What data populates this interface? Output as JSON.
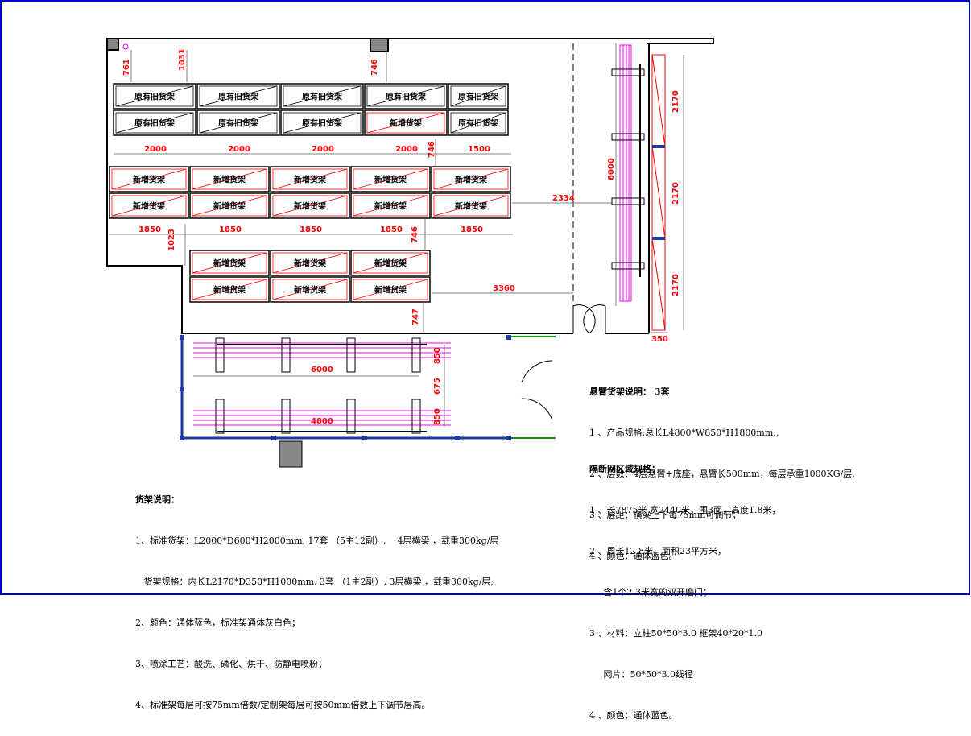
{
  "colors": {
    "wall": "#000000",
    "dimension": "#ff0000",
    "rack_cross": "#ff0000",
    "dim_line": "#808080",
    "arm_rack_pink": "#ff00ff",
    "arm_rack_blue": "#00c8ff",
    "fence_blue": "#1e3a9e",
    "door_green": "#00a000",
    "border_blue": "#0000c8"
  },
  "labels": {
    "old_rack": "原有旧货架",
    "new_rack": "新增货架"
  },
  "rack_rows": [
    {
      "labels": [
        "原有旧货架",
        "原有旧货架",
        "原有旧货架",
        "原有旧货架",
        "原有旧货架"
      ]
    },
    {
      "labels": [
        "原有旧货架",
        "原有旧货架",
        "原有旧货架",
        "新增货架",
        "原有旧货架"
      ]
    },
    {
      "labels": [
        "新增货架",
        "新增货架",
        "新增货架",
        "新增货架",
        "新增货架"
      ]
    },
    {
      "labels": [
        "新增货架",
        "新增货架",
        "新增货架",
        "新增货架",
        "新增货架"
      ]
    },
    {
      "labels": [
        "新增货架",
        "新增货架",
        "新增货架"
      ]
    },
    {
      "labels": [
        "新增货架",
        "新增货架",
        "新增货架"
      ]
    }
  ],
  "dims": {
    "d761": "761",
    "d1031": "1031",
    "d746_top": "746",
    "widths_row1": [
      "2000",
      "2000",
      "2000",
      "2000",
      "1500"
    ],
    "d746_mid": "746",
    "widths_row2": [
      "1850",
      "1850",
      "1850",
      "1850",
      "1850"
    ],
    "d1023": "1023",
    "d746_low": "746",
    "d2334": "2334",
    "d3360": "3360",
    "d747": "747",
    "d6000_v": "6000",
    "d2170": [
      "2170",
      "2170",
      "2170"
    ],
    "d350": "350",
    "d6000_h": "6000",
    "d850_a": "850",
    "d675": "675",
    "d4800": "4800",
    "d850_b": "850"
  },
  "rack_notes": {
    "title": "货架说明：",
    "lines": [
      "1、标准货架：L2000*D600*H2000mm, 17套 （5主12副）,    4层横梁 ，载重300kg/层",
      "   货架规格：内长L2170*D350*H1000mm, 3套 （1主2副）, 3层横梁 ，载重300kg/层;",
      "2、颜色：通体蓝色，标准架通体灰白色；",
      "3、喷涂工艺：酸洗、磷化、烘干、防静电喷粉；",
      "4、标准架每层可按75mm倍数/定制架每层可按50mm倍数上下调节层高。"
    ]
  },
  "cantilever_notes": {
    "title": "悬臂货架说明： 3套",
    "lines": [
      "1 、产品规格:总长L4800*W850*H1800mm;,",
      "2 、层数：4层悬臂+底座，悬臂长500mm，每层承重1000KG/层,",
      "3 、层距：横梁上下每75mm可调节；",
      "4 、颜色：通体蓝色。"
    ]
  },
  "fence_notes": {
    "title": "隔断网区域规格：",
    "lines": [
      "1 、长7875米 宽2440米，围3面，高度1.8米，",
      "2 、周长12.8米，面积23平方米，",
      "     含1个2.3米宽的双开磨门；",
      "3 、材料：立柱50*50*3.0 框架40*20*1.0",
      "     网片：50*50*3.0线径",
      "4 、颜色：通体蓝色。"
    ]
  }
}
